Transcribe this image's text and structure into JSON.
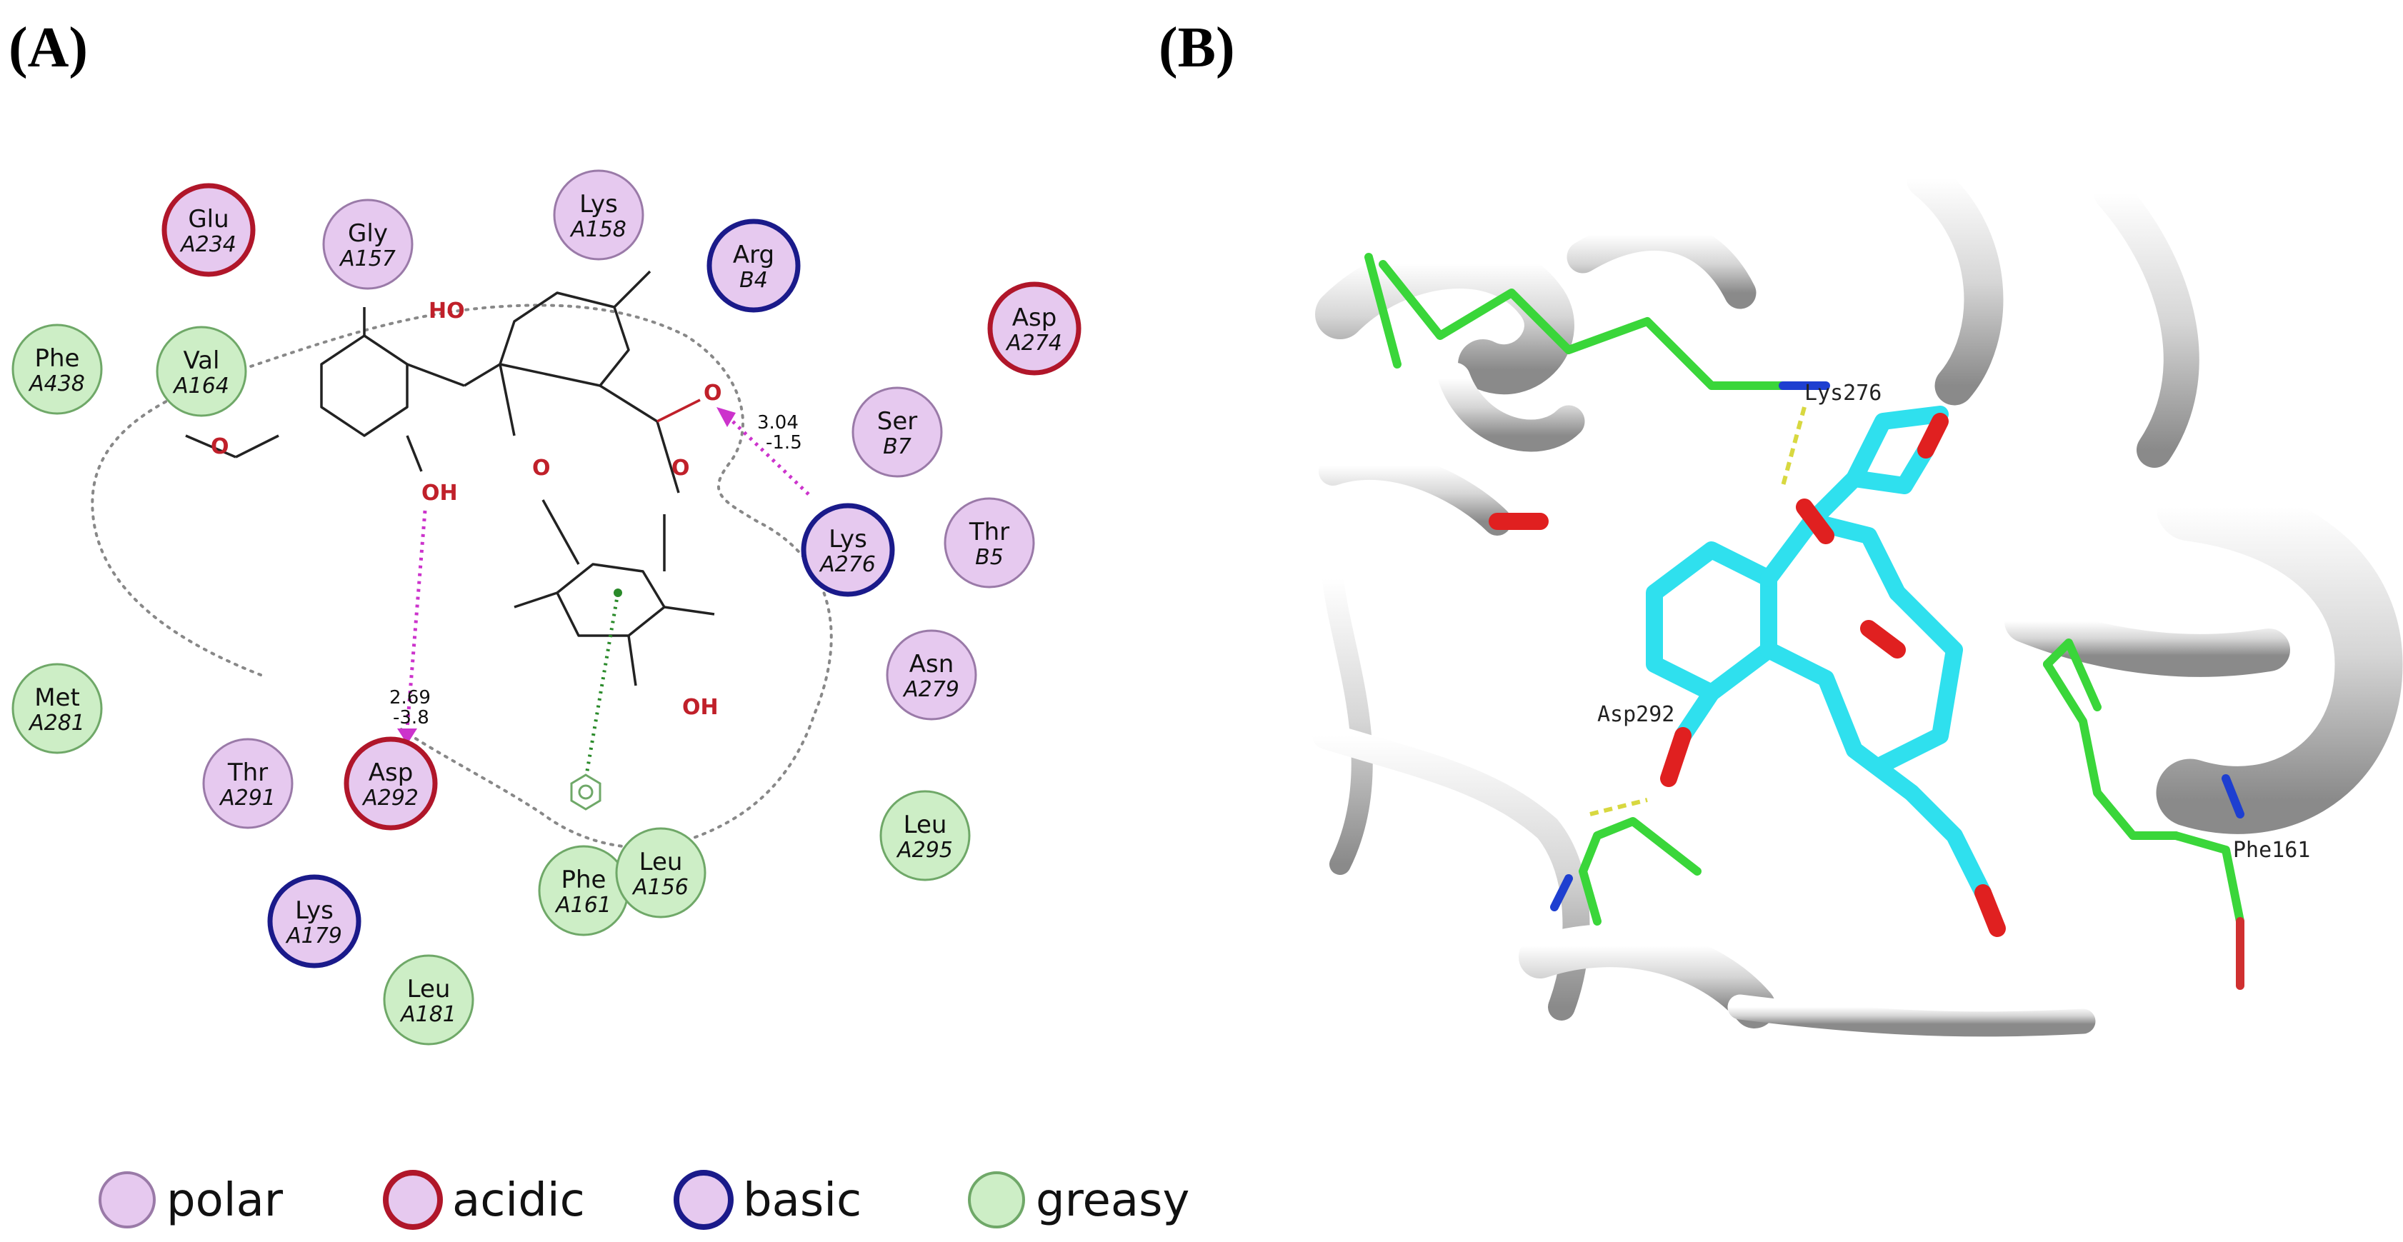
{
  "panels": {
    "a": "(A)",
    "b": "(B)"
  },
  "colors": {
    "polar_fill": "#e6c9ef",
    "polar_stroke": "#9a7aa8",
    "acidic_fill": "#e6c9ef",
    "acidic_stroke": "#b0162a",
    "basic_fill": "#e6c9ef",
    "basic_stroke": "#1a1a8a",
    "greasy_fill": "#cdeec6",
    "greasy_stroke": "#6fa868",
    "hbond": "#cc33cc",
    "pi": "#2a8a2a",
    "oxygen": "#c0202a",
    "ligand_carbon": "#2fe0ee",
    "residue_carbon": "#3ad63a",
    "nitrogen": "#1e3fd0"
  },
  "residues": [
    {
      "name": "Glu",
      "id": "A234",
      "kind": "acidic"
    },
    {
      "name": "Gly",
      "id": "A157",
      "kind": "polar"
    },
    {
      "name": "Lys",
      "id": "A158",
      "kind": "polar"
    },
    {
      "name": "Arg",
      "id": "B4",
      "kind": "basic"
    },
    {
      "name": "Asp",
      "id": "A274",
      "kind": "acidic"
    },
    {
      "name": "Phe",
      "id": "A438",
      "kind": "greasy"
    },
    {
      "name": "Val",
      "id": "A164",
      "kind": "greasy"
    },
    {
      "name": "Ser",
      "id": "B7",
      "kind": "polar"
    },
    {
      "name": "Lys",
      "id": "A276",
      "kind": "basic"
    },
    {
      "name": "Thr",
      "id": "B5",
      "kind": "polar"
    },
    {
      "name": "Asn",
      "id": "A279",
      "kind": "polar"
    },
    {
      "name": "Met",
      "id": "A281",
      "kind": "greasy"
    },
    {
      "name": "Thr",
      "id": "A291",
      "kind": "polar"
    },
    {
      "name": "Asp",
      "id": "A292",
      "kind": "acidic"
    },
    {
      "name": "Leu",
      "id": "A295",
      "kind": "greasy"
    },
    {
      "name": "Phe",
      "id": "A161",
      "kind": "greasy"
    },
    {
      "name": "Leu",
      "id": "A156",
      "kind": "greasy"
    },
    {
      "name": "Lys",
      "id": "A179",
      "kind": "basic"
    },
    {
      "name": "Leu",
      "id": "A181",
      "kind": "greasy"
    }
  ],
  "atoms": {
    "ho_top": "HO",
    "o_carbonyl": "O",
    "o_ring_left": "O",
    "o_ring_right": "O",
    "o_methoxy": "O",
    "oh_left": "OH",
    "oh_right": "OH"
  },
  "interactions": {
    "lys276": {
      "distance": "3.04",
      "energy": "-1.5"
    },
    "asp292": {
      "distance": "2.69",
      "energy": "-3.8"
    }
  },
  "legend": [
    {
      "label": "polar",
      "kind": "polar"
    },
    {
      "label": "acidic",
      "kind": "acidic"
    },
    {
      "label": "basic",
      "kind": "basic"
    },
    {
      "label": "greasy",
      "kind": "greasy"
    }
  ],
  "md_labels": {
    "lys": "Lys276",
    "asp": "Asp292",
    "phe": "Phe161"
  }
}
